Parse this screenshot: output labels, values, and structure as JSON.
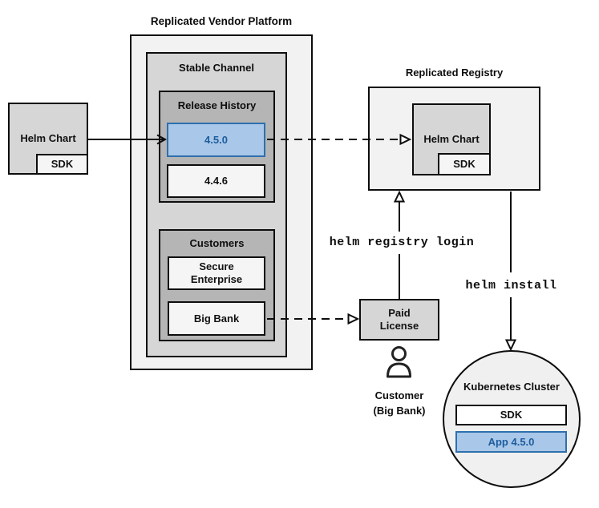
{
  "colors": {
    "container_fill": "#f2f2f2",
    "channel_fill": "#d6d6d6",
    "group_fill": "#b5b5b5",
    "item_fill": "#f5f5f5",
    "cluster_fill": "#f0f0f0",
    "highlight_fill": "#a9c7e8",
    "highlight_border": "#2e6fad",
    "highlight_text": "#1d5c9e",
    "line_color": "#0d0d0d"
  },
  "source_chart": {
    "label": "Helm Chart",
    "sdk": "SDK"
  },
  "platform": {
    "title": "Replicated Vendor Platform",
    "stable_channel": {
      "title": "Stable Channel",
      "release_history": {
        "title": "Release History",
        "releases": [
          {
            "version": "4.5.0",
            "highlighted": true
          },
          {
            "version": "4.4.6",
            "highlighted": false
          }
        ]
      },
      "customers": {
        "title": "Customers",
        "items": [
          {
            "name": "Secure Enterprise"
          },
          {
            "name": "Big Bank"
          }
        ]
      }
    }
  },
  "registry": {
    "title": "Replicated Registry",
    "chart_label": "Helm Chart",
    "sdk": "SDK"
  },
  "license": {
    "line1": "Paid",
    "line2": "License"
  },
  "customer_caption": {
    "line1": "Customer",
    "line2": "(Big Bank)"
  },
  "commands": {
    "login": "helm registry login",
    "install": "helm install"
  },
  "cluster": {
    "title": "Kubernetes Cluster",
    "sdk": "SDK",
    "app": "App 4.5.0"
  },
  "icons": {
    "person": "person-icon"
  }
}
